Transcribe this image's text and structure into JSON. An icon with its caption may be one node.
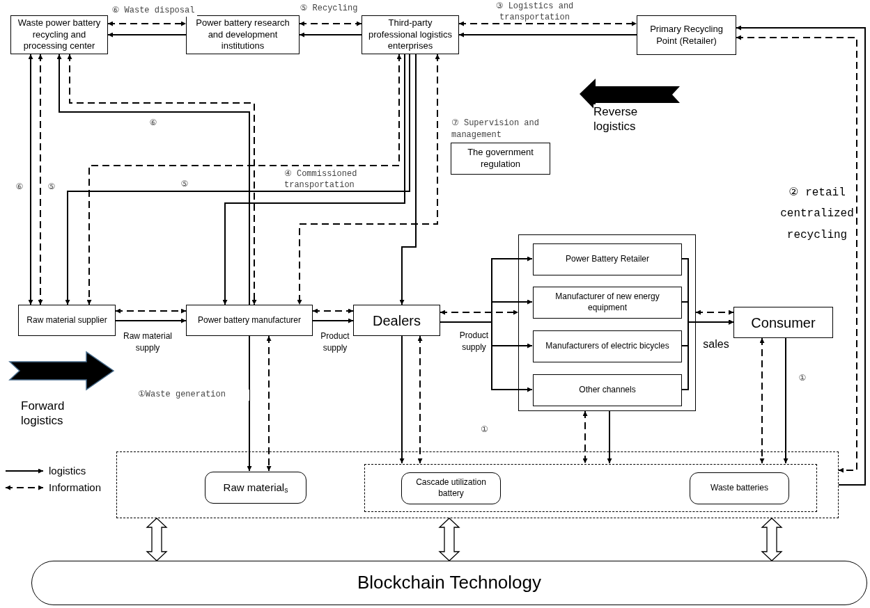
{
  "diagram": {
    "nodes": [
      {
        "text": [
          "Waste power battery recycling and processing center"
        ]
      },
      {
        "text": [
          "Power battery research and development institutions"
        ]
      },
      {
        "text": [
          "Third-party professional logistics enterprises"
        ]
      },
      {
        "text": [
          "Primary Recycling Point (Retailer)"
        ]
      },
      {
        "text": [
          "The government regulation"
        ],
        "beside": [
          "⑦ Supervision and management"
        ]
      },
      {
        "text": [
          "Raw material supplier"
        ]
      },
      {
        "text": [
          "Power battery manufacturer"
        ]
      },
      {
        "text": [
          "Dealers"
        ]
      },
      {
        "text": [],
        "shape": "box"
      },
      {
        "text": [
          "Power Battery Retailer"
        ],
        "in": 8
      },
      {
        "text": [
          "Manufacturer of new energy equipment"
        ],
        "in": 8
      },
      {
        "text": [
          "Manufacturers of electric bicycles"
        ],
        "in": 8
      },
      {
        "text": [
          "Other channels"
        ],
        "in": 8
      },
      {
        "text": [
          "Consumer"
        ]
      },
      {
        "text": [],
        "shape": "box"
      },
      {
        "text": [
          "Raw material$_{s}$"
        ],
        "in": 14
      },
      {
        "text": [],
        "shape": "box",
        "in": 14
      },
      {
        "text": [
          "Cascade utilization battery"
        ],
        "in": 16
      },
      {
        "text": [
          "Waste batteries"
        ],
        "in": 16
      },
      {
        "text": [
          "Blockchain Technology"
        ]
      }
    ],
    "edges": [
      {
        "from": 1,
        "to": 0,
        "arrow": "to"
      },
      {
        "from": 0,
        "to": 1,
        "arrow": "both",
        "style": "dashed",
        "label": "⑥ Waste disposal"
      },
      {
        "from": 2,
        "to": 1,
        "arrow": "to"
      },
      {
        "from": 1,
        "to": 2,
        "arrow": "both",
        "style": "dashed",
        "label": "⑤ Recycling"
      },
      {
        "from": 3,
        "to": 2,
        "arrow": "to"
      },
      {
        "from": 2,
        "to": 3,
        "arrow": "both",
        "style": "dashed",
        "label": "③ Logistics and transportation"
      },
      {
        "from": 14,
        "to": 3,
        "arrow": "to"
      },
      {
        "from": 3,
        "to": 14,
        "arrow": "both",
        "style": "dashed",
        "label": "② retail centralized recycling"
      },
      {
        "from": 0,
        "to": 5,
        "arrow": "both",
        "label": "⑥"
      },
      {
        "from": 0,
        "to": 5,
        "arrow": "both",
        "style": "dashed",
        "label": "⑤"
      },
      {
        "from": 6,
        "to": 0,
        "arrow": "to",
        "label": "⑥"
      },
      {
        "from": 0,
        "to": 6,
        "arrow": "both",
        "style": "dashed"
      },
      {
        "from": 2,
        "to": 5,
        "arrow": "to",
        "label": "⑤"
      },
      {
        "from": 2,
        "to": 5,
        "arrow": "both",
        "style": "dashed"
      },
      {
        "from": 2,
        "to": 6,
        "arrow": "to"
      },
      {
        "from": 2,
        "to": 6,
        "arrow": "both",
        "style": "dashed"
      },
      {
        "from": 2,
        "to": 7,
        "arrow": "to"
      },
      {
        "from": 5,
        "to": 6,
        "arrow": "to",
        "label": "Raw material supply"
      },
      {
        "from": 5,
        "to": 6,
        "arrow": "both",
        "style": "dashed"
      },
      {
        "from": 6,
        "to": 7,
        "arrow": "to",
        "label": "Product supply"
      },
      {
        "from": 6,
        "to": 7,
        "arrow": "both",
        "style": "dashed"
      },
      {
        "from": 7,
        "to": 9,
        "arrow": "to",
        "label": "Product supply"
      },
      {
        "from": 7,
        "to": 10,
        "arrow": "to"
      },
      {
        "from": 7,
        "to": 11,
        "arrow": "to"
      },
      {
        "from": 7,
        "to": 12,
        "arrow": "to"
      },
      {
        "from": 7,
        "to": 8,
        "arrow": "both",
        "style": "dashed"
      },
      {
        "from": 9,
        "to": 13,
        "arrow": "to",
        "label": "sales"
      },
      {
        "from": 10,
        "to": 13,
        "arrow": "to"
      },
      {
        "from": 11,
        "to": 13,
        "arrow": "to"
      },
      {
        "from": 12,
        "to": 13,
        "arrow": "to"
      },
      {
        "from": 8,
        "to": 13,
        "arrow": "both",
        "style": "dashed"
      },
      {
        "from": 7,
        "to": 16,
        "arrow": "to"
      },
      {
        "from": 7,
        "to": 16,
        "arrow": "both",
        "style": "dashed"
      },
      {
        "from": 6,
        "to": 15,
        "arrow": "to"
      },
      {
        "from": 6,
        "to": 15,
        "arrow": "both",
        "style": "dashed"
      },
      {
        "from": 8,
        "to": 16,
        "arrow": "both",
        "style": "dashed"
      },
      {
        "from": 8,
        "to": 16,
        "arrow": "to"
      },
      {
        "from": 13,
        "to": 16,
        "arrow": "both",
        "style": "dashed"
      },
      {
        "from": 13,
        "to": 16,
        "arrow": "to",
        "label": "①"
      },
      {
        "from": 14,
        "to": 19,
        "arrow": "both",
        "style": "thick"
      },
      {
        "from": 14,
        "to": 19,
        "arrow": "both",
        "style": "thick"
      },
      {
        "from": 14,
        "to": 19,
        "arrow": "both",
        "style": "thick"
      }
    ],
    "labels": [
      "Reverse logistics",
      "④ Commissioned transportation",
      "Forward logistics",
      "①Waste generation",
      "①"
    ],
    "legend": [
      {
        "text": "logistics"
      },
      {
        "text": "Information"
      }
    ]
  }
}
